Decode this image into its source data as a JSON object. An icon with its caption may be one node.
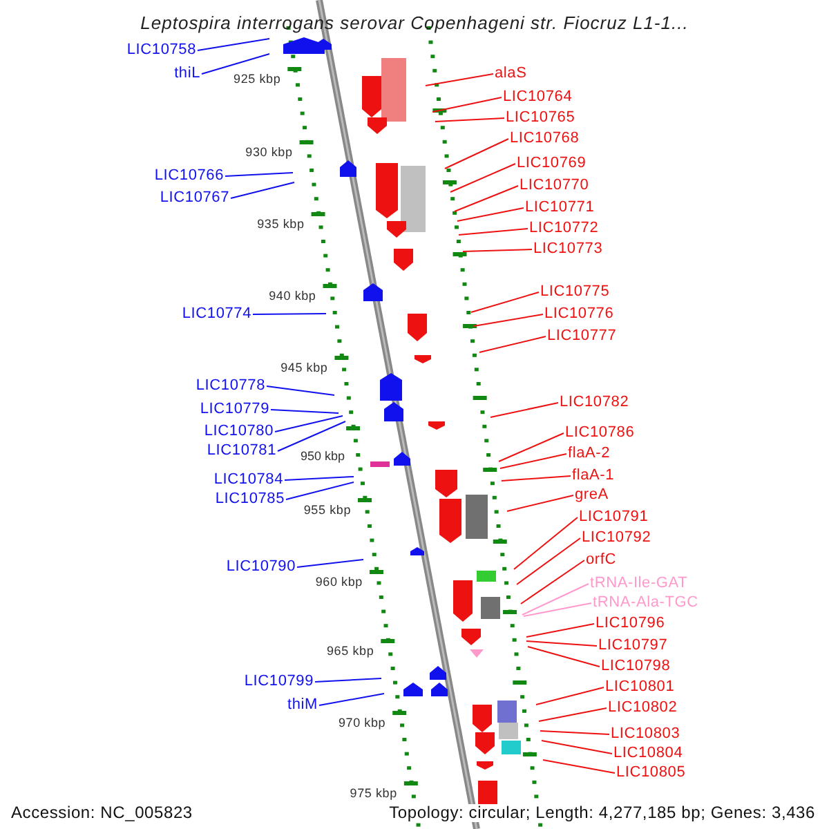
{
  "diagram": {
    "title": "Leptospira interrogans serovar Copenhageni str. Fiocruz L1-1...",
    "nodes": [
      {
        "text": [
          "LIC10758"
        ]
      },
      {
        "text": [
          "thiL"
        ]
      },
      {
        "text": [
          "LIC10766"
        ]
      },
      {
        "text": [
          "LIC10767"
        ]
      },
      {
        "text": [
          "LIC10774"
        ]
      },
      {
        "text": [
          "LIC10778"
        ]
      },
      {
        "text": [
          "LIC10779"
        ]
      },
      {
        "text": [
          "LIC10780"
        ]
      },
      {
        "text": [
          "LIC10781"
        ]
      },
      {
        "text": [
          "LIC10784"
        ]
      },
      {
        "text": [
          "LIC10785"
        ]
      },
      {
        "text": [
          "LIC10790"
        ]
      },
      {
        "text": [
          "LIC10799"
        ]
      },
      {
        "text": [
          "thiM"
        ]
      },
      {
        "text": [
          "alaS"
        ]
      },
      {
        "text": [
          "LIC10764"
        ]
      },
      {
        "text": [
          "LIC10765"
        ]
      },
      {
        "text": [
          "LIC10768"
        ]
      },
      {
        "text": [
          "LIC10769"
        ]
      },
      {
        "text": [
          "LIC10770"
        ]
      },
      {
        "text": [
          "LIC10771"
        ]
      },
      {
        "text": [
          "LIC10772"
        ]
      },
      {
        "text": [
          "LIC10773"
        ]
      },
      {
        "text": [
          "LIC10775"
        ]
      },
      {
        "text": [
          "LIC10776"
        ]
      },
      {
        "text": [
          "LIC10777"
        ]
      },
      {
        "text": [
          "LIC10782"
        ]
      },
      {
        "text": [
          "LIC10786"
        ]
      },
      {
        "text": [
          "flaA-2"
        ]
      },
      {
        "text": [
          "flaA-1"
        ]
      },
      {
        "text": [
          "greA"
        ]
      },
      {
        "text": [
          "LIC10791"
        ]
      },
      {
        "text": [
          "LIC10792"
        ]
      },
      {
        "text": [
          "orfC"
        ]
      },
      {
        "text": [
          "tRNA-Ile-GAT"
        ]
      },
      {
        "text": [
          "tRNA-Ala-TGC"
        ]
      },
      {
        "text": [
          "LIC10796"
        ]
      },
      {
        "text": [
          "LIC10797"
        ]
      },
      {
        "text": [
          "LIC10798"
        ]
      },
      {
        "text": [
          "LIC10801"
        ]
      },
      {
        "text": [
          "LIC10802"
        ]
      },
      {
        "text": [
          "LIC10803"
        ]
      },
      {
        "text": [
          "LIC10804"
        ]
      },
      {
        "text": [
          "LIC10805"
        ]
      }
    ],
    "edges": [
      {
        "from": 0,
        "to": null,
        "arrow": "none",
        "color": "#1111ee"
      },
      {
        "from": 1,
        "to": null,
        "arrow": "none",
        "color": "#1111ee"
      },
      {
        "from": 2,
        "to": null,
        "arrow": "none",
        "color": "#1111ee"
      },
      {
        "from": 3,
        "to": null,
        "arrow": "none",
        "color": "#1111ee"
      },
      {
        "from": 4,
        "to": null,
        "arrow": "none",
        "color": "#1111ee"
      },
      {
        "from": 5,
        "to": null,
        "arrow": "none",
        "color": "#1111ee"
      },
      {
        "from": 6,
        "to": null,
        "arrow": "none",
        "color": "#1111ee"
      },
      {
        "from": 7,
        "to": null,
        "arrow": "none",
        "color": "#1111ee"
      },
      {
        "from": 8,
        "to": null,
        "arrow": "none",
        "color": "#1111ee"
      },
      {
        "from": 9,
        "to": null,
        "arrow": "none",
        "color": "#1111ee"
      },
      {
        "from": 10,
        "to": null,
        "arrow": "none",
        "color": "#1111ee"
      },
      {
        "from": 11,
        "to": null,
        "arrow": "none",
        "color": "#1111ee"
      },
      {
        "from": 12,
        "to": null,
        "arrow": "none",
        "color": "#1111ee"
      },
      {
        "from": 13,
        "to": null,
        "arrow": "none",
        "color": "#1111ee"
      },
      {
        "from": 14,
        "to": null,
        "arrow": "none"
      },
      {
        "from": 15,
        "to": null,
        "arrow": "none"
      },
      {
        "from": 16,
        "to": null,
        "arrow": "none"
      },
      {
        "from": 17,
        "to": null,
        "arrow": "none"
      },
      {
        "from": 18,
        "to": null,
        "arrow": "none"
      },
      {
        "from": 19,
        "to": null,
        "arrow": "none"
      },
      {
        "from": 20,
        "to": null,
        "arrow": "none"
      },
      {
        "from": 21,
        "to": null,
        "arrow": "none"
      },
      {
        "from": 22,
        "to": null,
        "arrow": "none"
      },
      {
        "from": 23,
        "to": null,
        "arrow": "none"
      },
      {
        "from": 24,
        "to": null,
        "arrow": "none"
      },
      {
        "from": 25,
        "to": null,
        "arrow": "none"
      },
      {
        "from": 26,
        "to": null,
        "arrow": "none"
      },
      {
        "from": 27,
        "to": null,
        "arrow": "none"
      },
      {
        "from": 28,
        "to": null,
        "arrow": "none"
      },
      {
        "from": 29,
        "to": null,
        "arrow": "none"
      },
      {
        "from": 30,
        "to": null,
        "arrow": "none"
      },
      {
        "from": 31,
        "to": null,
        "arrow": "none"
      },
      {
        "from": 32,
        "to": null,
        "arrow": "none"
      },
      {
        "from": 33,
        "to": null,
        "arrow": "none"
      },
      {
        "from": 34,
        "to": null,
        "arrow": "none",
        "color": "#ff99cc"
      },
      {
        "from": 35,
        "to": null,
        "arrow": "none",
        "color": "#ff99cc"
      },
      {
        "from": 36,
        "to": null,
        "arrow": "none"
      },
      {
        "from": 37,
        "to": null,
        "arrow": "none"
      },
      {
        "from": 38,
        "to": null,
        "arrow": "none"
      },
      {
        "from": 39,
        "to": null,
        "arrow": "none"
      },
      {
        "from": 40,
        "to": null,
        "arrow": "none"
      },
      {
        "from": 41,
        "to": null,
        "arrow": "none"
      },
      {
        "from": 42,
        "to": null,
        "arrow": "none"
      },
      {
        "from": 43,
        "to": null,
        "arrow": "none"
      }
    ],
    "labels": [
      "925 kbp",
      "930 kbp",
      "935 kbp",
      "940 kbp",
      "945 kbp",
      "950 kbp",
      "955 kbp",
      "960 kbp",
      "965 kbp",
      "970 kbp",
      "975 kbp",
      "Accession: NC_005823",
      "Topology: circular; Length: 4,277,185 bp; Genes: 3,436"
    ]
  }
}
